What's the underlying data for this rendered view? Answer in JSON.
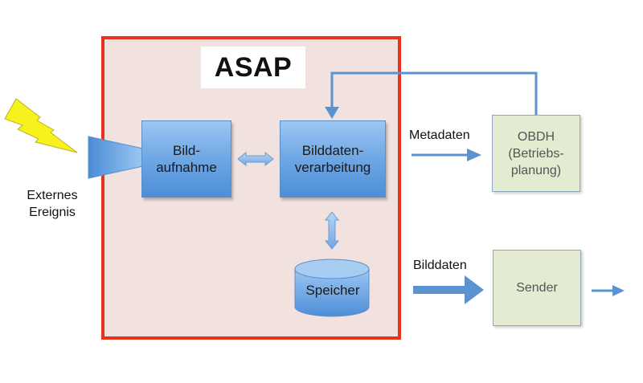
{
  "diagram": {
    "system_title": "ASAP",
    "external_event": {
      "label_line1": "Externes",
      "label_line2": "Ereignis"
    },
    "components": {
      "image_capture": {
        "line1": "Bild-",
        "line2": "aufnahme"
      },
      "image_processing": {
        "line1": "Bilddaten-",
        "line2": "verarbeitung"
      },
      "storage": {
        "label": "Speicher"
      },
      "obdh": {
        "line1": "OBDH",
        "line2": "(Betriebs-",
        "line3": "planung)"
      },
      "transmitter": {
        "label": "Sender"
      }
    },
    "flows": {
      "metadata": "Metadaten",
      "image_data": "Bilddaten"
    },
    "colors": {
      "frame_border": "#e8321e",
      "frame_fill": "#f1e1df",
      "component_blue": "#6ea7e4",
      "component_green": "#e3ecd0",
      "arrow_blue": "#5b93d1",
      "lightning_yellow": "#f7f21e"
    }
  }
}
